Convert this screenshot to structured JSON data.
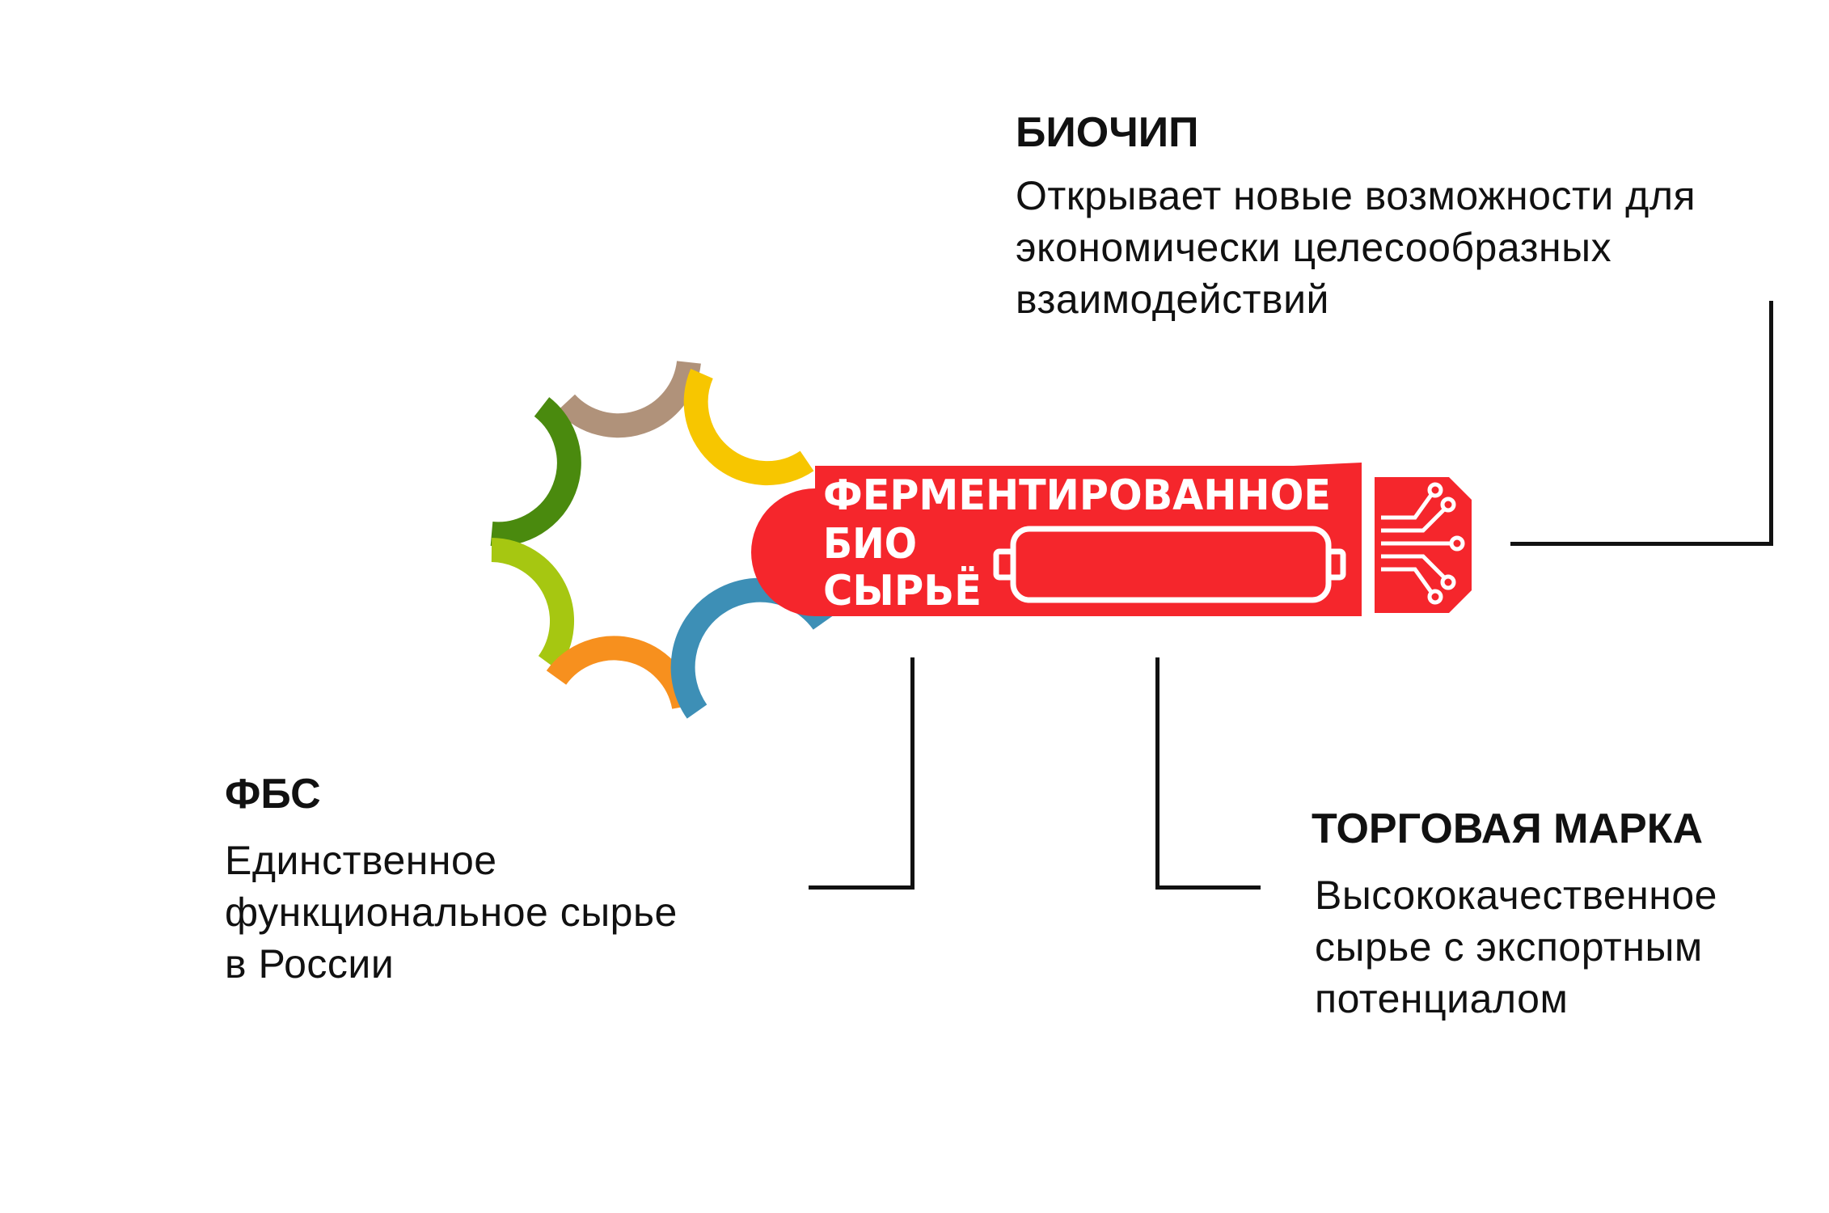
{
  "logo": {
    "line1": "ФЕРМЕНТИРОВАННОЕ",
    "line2": "БИО",
    "line3": "СЫРЬЁ",
    "colors": {
      "red": "#f5262c",
      "gear_brown": "#b0927a",
      "gear_yellow": "#f7c600",
      "gear_dark_green": "#4a8a0e",
      "gear_light_green": "#a6c711",
      "gear_orange": "#f7901e",
      "gear_blue": "#3d8fb6"
    }
  },
  "biochip": {
    "title": "БИОЧИП",
    "lines": [
      "Открывает новые возможности для",
      "экономически целесообразных",
      "взаимодействий"
    ]
  },
  "fbs": {
    "title": "ФБС",
    "lines": [
      "Единственное",
      "функциональное сырье",
      "в России"
    ]
  },
  "trademark": {
    "title": "ТОРГОВАЯ МАРКА",
    "lines": [
      "Высококачественное",
      "сырье с экспортным",
      "потенциалом"
    ]
  }
}
